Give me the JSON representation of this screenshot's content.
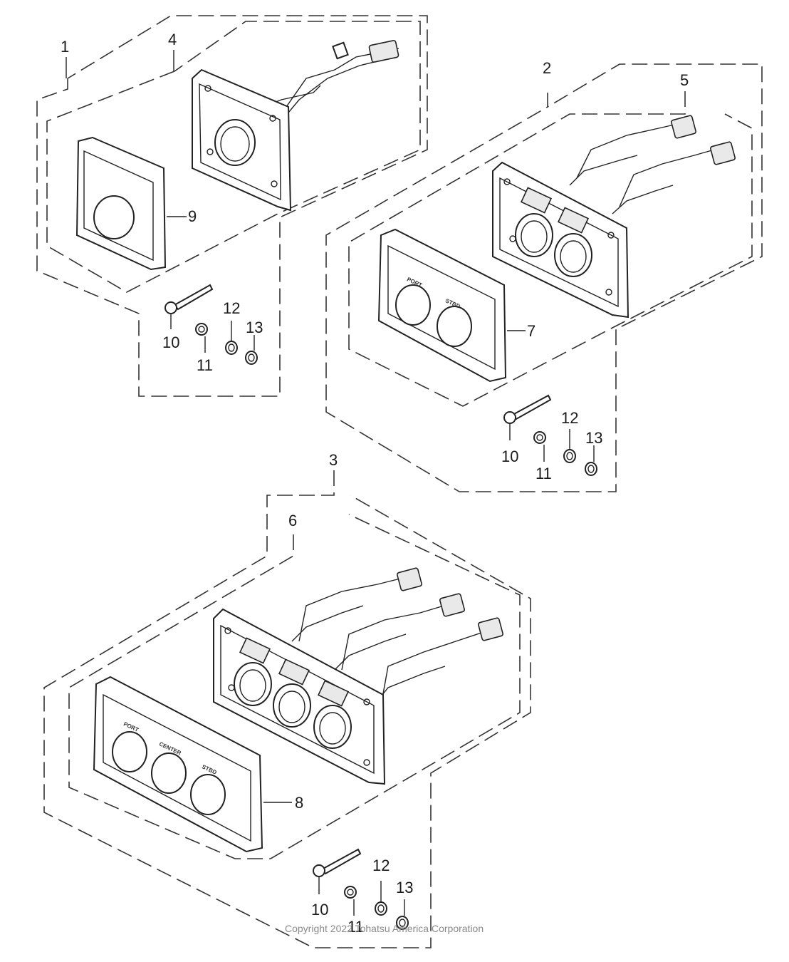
{
  "callouts": {
    "c1": "1",
    "c2": "2",
    "c3": "3",
    "c4": "4",
    "c5": "5",
    "c6": "6",
    "c7": "7",
    "c8": "8",
    "c9": "9",
    "g1_10": "10",
    "g1_11": "11",
    "g1_12": "12",
    "g1_13": "13",
    "g2_10": "10",
    "g2_11": "11",
    "g2_12": "12",
    "g2_13": "13",
    "g3_10": "10",
    "g3_11": "11",
    "g3_12": "12",
    "g3_13": "13"
  },
  "panel_labels": {
    "port": "PORT",
    "stbd": "STBD",
    "center": "CENTER"
  },
  "copyright": "Copyright 2022 Tohatsu America Corporation"
}
